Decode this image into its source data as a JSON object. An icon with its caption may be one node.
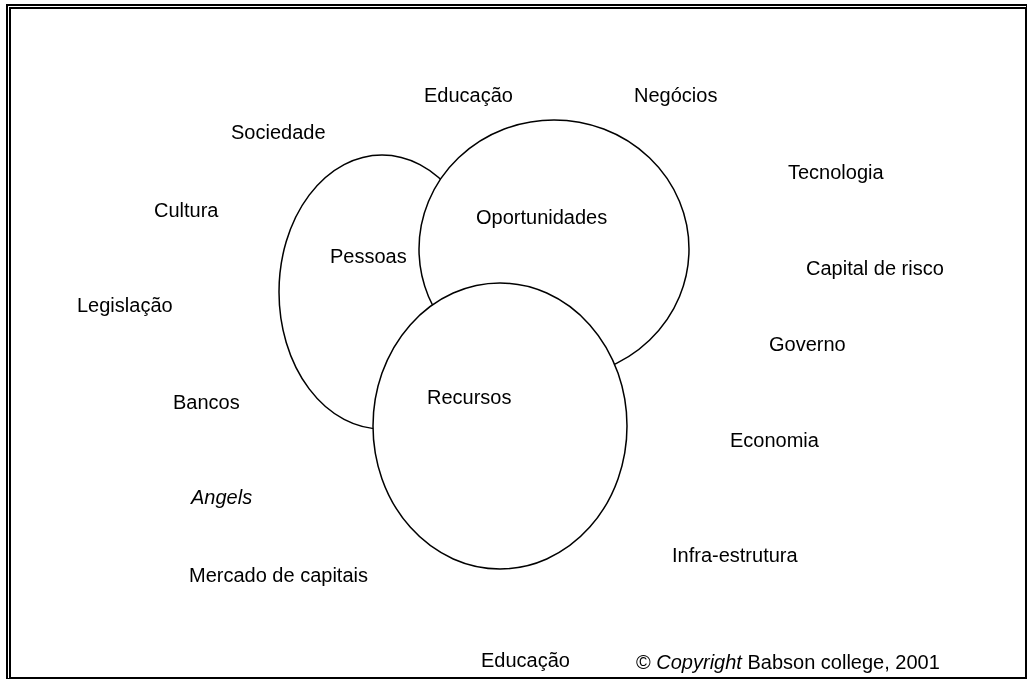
{
  "diagram": {
    "nodes": [
      {
        "text": [
          "Pessoas"
        ]
      },
      {
        "text": [
          "Oportunidades"
        ]
      },
      {
        "text": [
          "Recursos"
        ]
      }
    ],
    "labels": [
      "Educação",
      "Negócios",
      "Sociedade",
      "Tecnologia",
      "Cultura",
      "Capital de risco",
      "Legislação",
      "Governo",
      "Bancos",
      "Economia",
      "Angels",
      "Infra-estrutura",
      "Mercado de capitais",
      "Educação",
      "© *Copyright* Babson college, 2001"
    ]
  }
}
